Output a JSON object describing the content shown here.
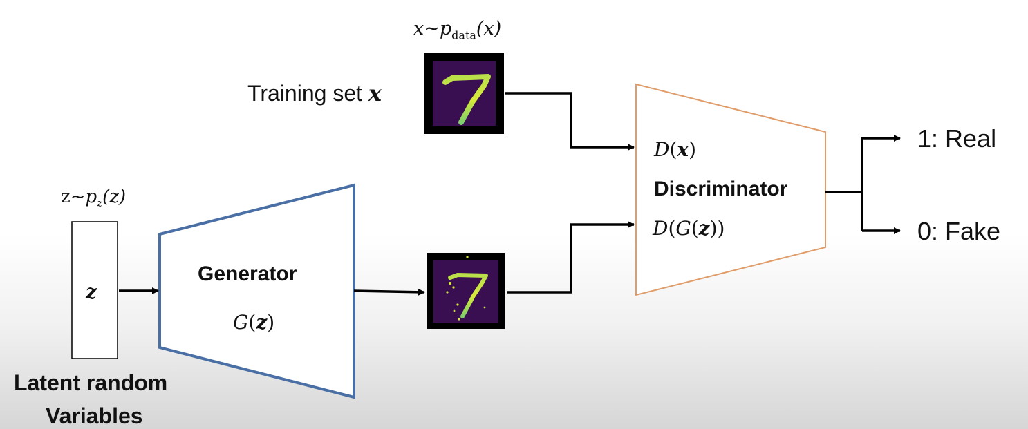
{
  "diagram": {
    "data_distribution_label": "x~p_data(x)",
    "data_distribution": {
      "var": "x",
      "tilde": "~",
      "p": "p",
      "sub": "data",
      "arg": "(x)"
    },
    "training_set": {
      "text": "Training set",
      "var": "x"
    },
    "latent_distribution": {
      "var": "z",
      "tilde": "~",
      "p": "p",
      "sub": "z",
      "arg": "(z)"
    },
    "latent_box": {
      "var": "z"
    },
    "latent_caption": {
      "line1": "Latent random",
      "line2": "Variables"
    },
    "generator": {
      "title": "Generator",
      "formula": "G(z)",
      "f": "G",
      "lp": "(",
      "var": "z",
      "rp": ")"
    },
    "discriminator": {
      "title": "Discriminator",
      "input_real": {
        "f": "D",
        "lp": "(",
        "var": "x",
        "rp": ")"
      },
      "input_fake": {
        "f": "D",
        "lp": "(",
        "g": "G",
        "lp2": "(",
        "var": "z",
        "rp": "))"
      }
    },
    "outputs": {
      "real": "1: Real",
      "fake": "0: Fake"
    },
    "sample_images": {
      "real_digit": "7",
      "fake_digit": "7"
    },
    "colors": {
      "generator_border": "#4a6fa5",
      "discriminator_border": "#e09d6a",
      "image_bg": "#3a0f52",
      "digit": "#cde63a"
    }
  }
}
